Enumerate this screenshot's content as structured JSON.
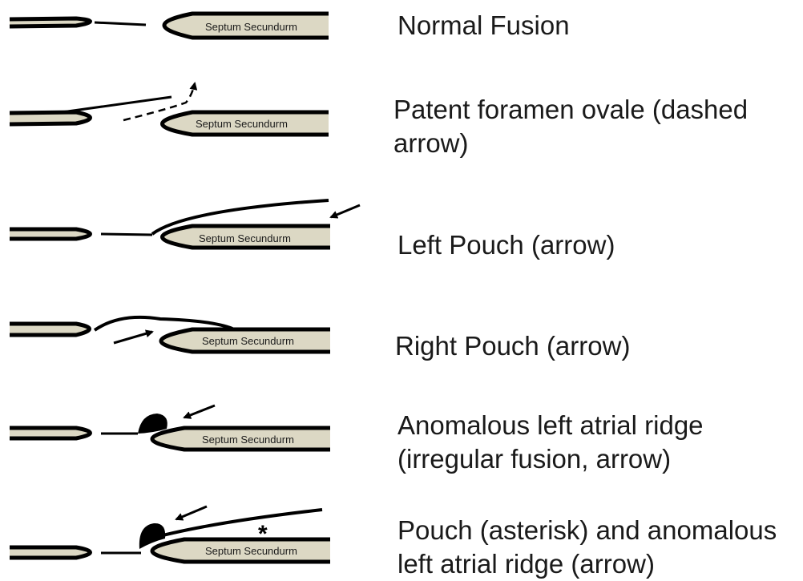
{
  "septum_label": "Septum Secundurm",
  "colors": {
    "septum_fill": "#dcd8c4",
    "stroke": "#000000"
  },
  "panels": [
    {
      "id": "normal-fusion",
      "lines": [
        "Normal  Fusion"
      ]
    },
    {
      "id": "patent-foramen-ovale",
      "lines": [
        "Patent foramen ovale (dashed",
        "arrow)"
      ]
    },
    {
      "id": "left-pouch",
      "lines": [
        "Left Pouch (arrow)"
      ]
    },
    {
      "id": "right-pouch",
      "lines": [
        "Right Pouch (arrow)"
      ]
    },
    {
      "id": "anomalous-left-atrial-ridge",
      "lines": [
        "Anomalous left atrial ridge",
        "(irregular fusion, arrow)"
      ]
    },
    {
      "id": "pouch-and-ridge",
      "lines": [
        "Pouch (asterisk) and anomalous",
        "left atrial ridge (arrow)"
      ],
      "marker": "*"
    }
  ]
}
